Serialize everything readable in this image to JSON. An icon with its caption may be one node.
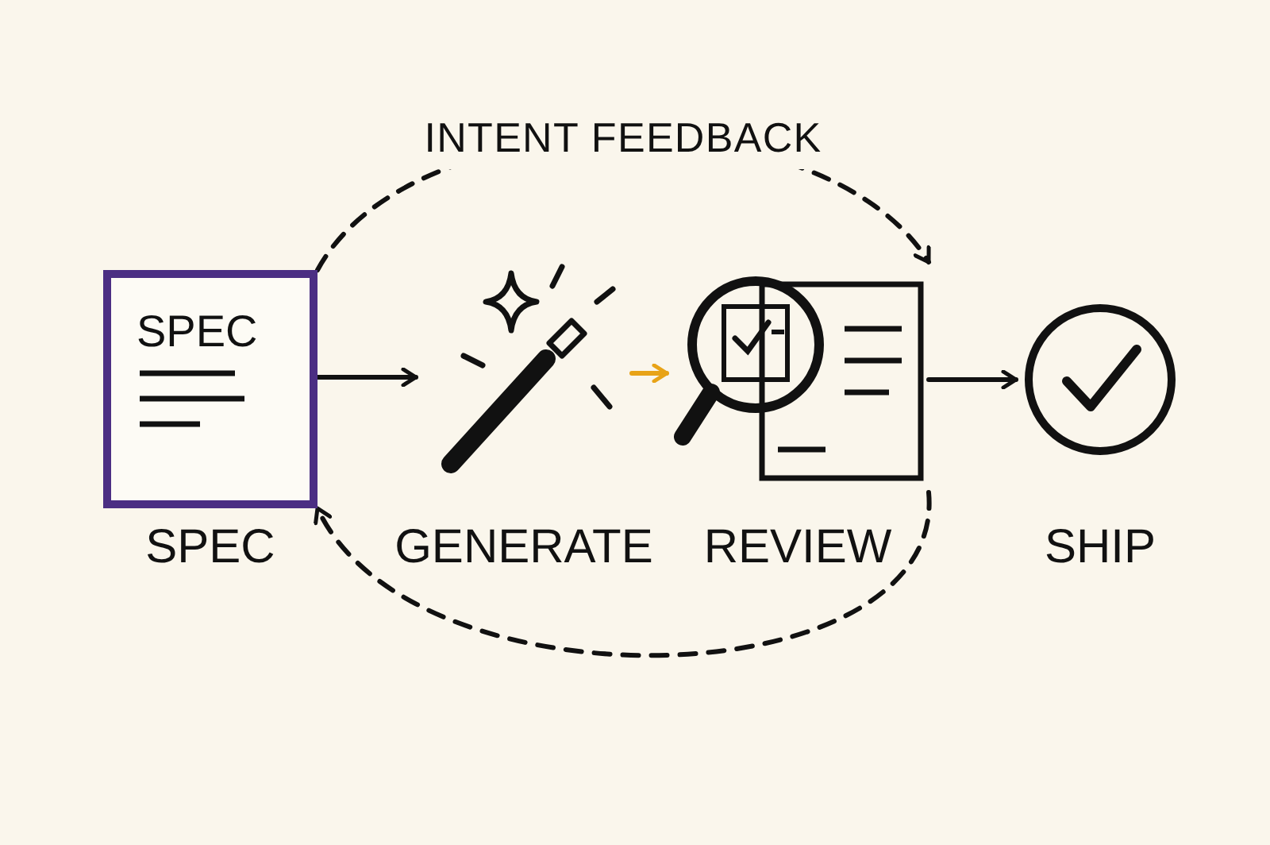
{
  "diagram": {
    "nodes": [
      {
        "text": [
          "SPEC"
        ],
        "beside": [
          "SPEC"
        ]
      },
      {
        "text": [],
        "shape": "picture",
        "beside": [
          "GENERATE"
        ]
      },
      {
        "text": [],
        "shape": "picture",
        "beside": [
          "REVIEW"
        ]
      },
      {
        "text": [],
        "shape": "picture",
        "beside": [
          "SHIP"
        ]
      }
    ],
    "edges": [
      {
        "from": 0,
        "to": 1,
        "arrow": "to"
      },
      {
        "from": 1,
        "to": 2,
        "arrow": "to",
        "color": "#e8a317"
      },
      {
        "from": 2,
        "to": 3,
        "arrow": "to"
      },
      {
        "from": 0,
        "to": 2,
        "arrow": "to",
        "style": "dashed",
        "label": "INTENT FEEDBACK"
      },
      {
        "from": 2,
        "to": 0,
        "arrow": "to",
        "style": "dashed"
      }
    ]
  }
}
